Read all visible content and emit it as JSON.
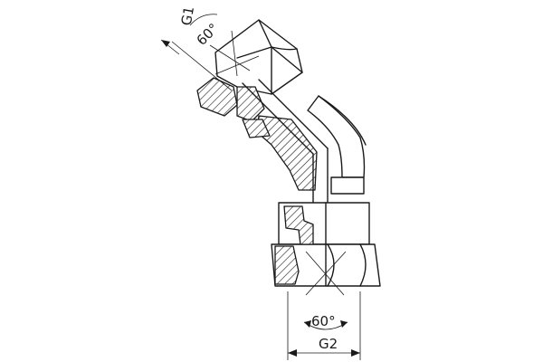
{
  "labels": {
    "port1": "G1",
    "angle1": "60°",
    "angle2": "60°",
    "port2": "G2"
  }
}
